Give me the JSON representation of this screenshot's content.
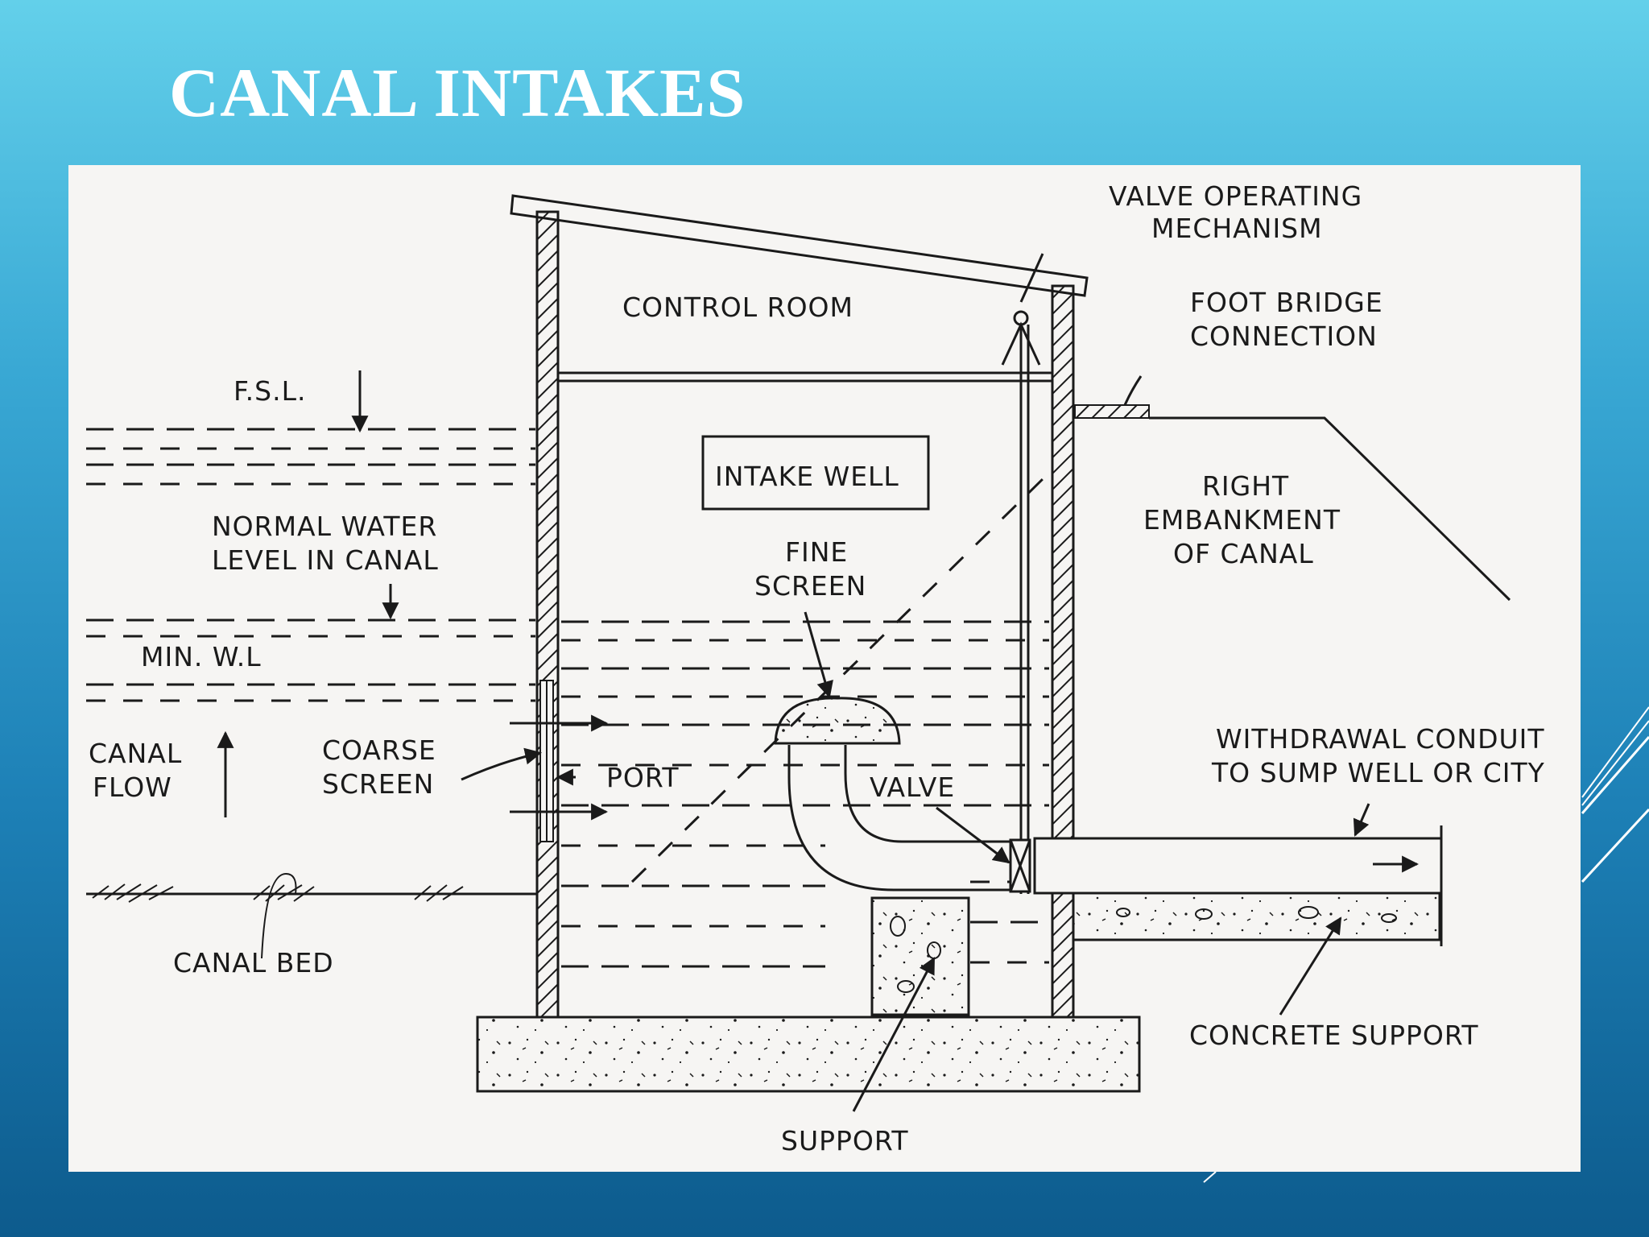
{
  "slide": {
    "title": "CANAL INTAKES"
  },
  "diagram": {
    "labels": {
      "valve_operating_mechanism": [
        "VALVE OPERATING",
        "MECHANISM"
      ],
      "control_room": "CONTROL ROOM",
      "foot_bridge_connection": [
        "FOOT BRIDGE",
        "CONNECTION"
      ],
      "fsl": "F.S.L.",
      "intake_well": "INTAKE WELL",
      "right_embankment": [
        "RIGHT",
        "EMBANKMENT",
        "OF CANAL"
      ],
      "normal_water_level": [
        "NORMAL WATER",
        "LEVEL IN CANAL"
      ],
      "fine_screen": [
        "FINE",
        "SCREEN"
      ],
      "min_wl": "MIN. W.L",
      "withdrawal_conduit": [
        "WITHDRAWAL CONDUIT",
        "TO SUMP WELL OR CITY"
      ],
      "canal_flow": [
        "CANAL",
        "FLOW"
      ],
      "coarse_screen": [
        "COARSE",
        "SCREEN"
      ],
      "port": "PORT",
      "valve": "VALVE",
      "canal_bed": "CANAL BED",
      "concrete_support": "CONCRETE SUPPORT",
      "support": "SUPPORT"
    }
  },
  "colors": {
    "background_top": "#63d0ea",
    "background_bottom": "#0d5b8d",
    "title": "#ffffff",
    "figure_background": "#f6f5f3",
    "ink": "#1a1a1a"
  }
}
